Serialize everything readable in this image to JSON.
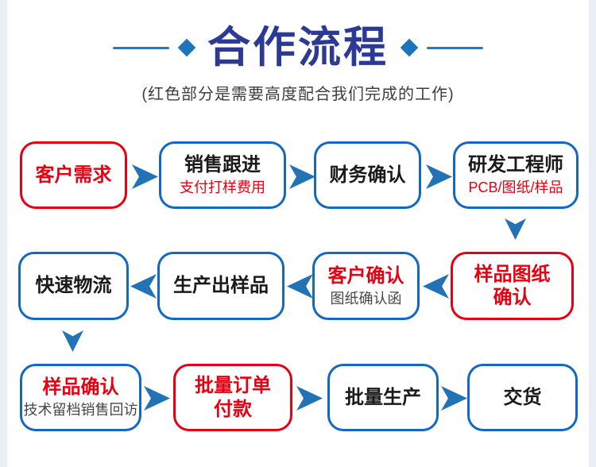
{
  "header": {
    "title": "合作流程",
    "subtitle": "(红色部分是需要高度配合我们完成的工作)"
  },
  "colors": {
    "title_navy": "#2c3a94",
    "box_border_blue": "#1268c3",
    "highlight_red": "#e60012",
    "arrow_blue": "#2273b6",
    "decor_line_blue": "#2579bd",
    "decor_diamond_blue": "#1c74ba",
    "text_dark": "#1a1a1a",
    "subtext_gray": "#474747",
    "edge_strip": "#e9eef7"
  },
  "flow": {
    "rows": [
      {
        "direction": "right",
        "boxes": [
          {
            "title": "客户需求"
          },
          {
            "title": "销售跟进",
            "subtitle": "支付打样费用"
          },
          {
            "title": "财务确认"
          },
          {
            "title": "研发工程师",
            "subtitle": "PCB/图纸/样品"
          }
        ]
      },
      {
        "direction": "left",
        "boxes": [
          {
            "title": "快速物流"
          },
          {
            "title": "生产出样品"
          },
          {
            "title": "客户确认",
            "subtitle": "图纸确认函"
          },
          {
            "title": "样品图纸",
            "title2": "确认"
          }
        ]
      },
      {
        "direction": "right",
        "boxes": [
          {
            "title": "样品确认",
            "subtitle": "技术留档销售回访"
          },
          {
            "title": "批量订单",
            "title2": "付款"
          },
          {
            "title": "批量生产"
          },
          {
            "title": "交货"
          }
        ]
      }
    ]
  }
}
